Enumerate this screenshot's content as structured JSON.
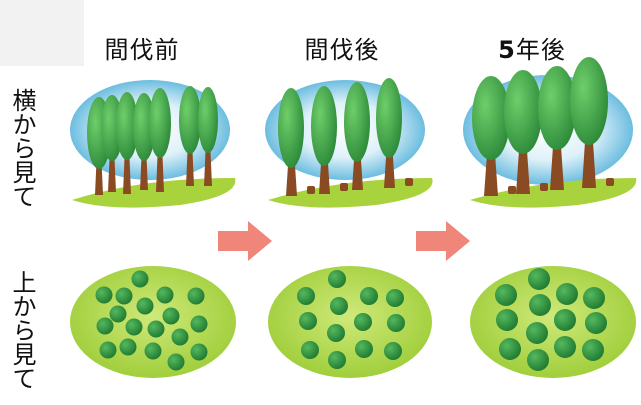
{
  "columns": [
    {
      "label": "間伐前"
    },
    {
      "label": "間伐後"
    },
    {
      "label_prefix": "5",
      "label_suffix": "年後"
    }
  ],
  "rows": [
    {
      "label": "横から見て"
    },
    {
      "label": "上から見て"
    }
  ],
  "colors": {
    "header_bg": "#f2f2f2",
    "sky_glow": "#7ec6e6",
    "ground": "#a8d23a",
    "tree_leaf": "#3fa64a",
    "tree_trunk": "#8a4a22",
    "canopy_ellipse": "#a8d23a",
    "canopy_circle": "#2e8f3e",
    "arrow": "#f0857a"
  },
  "icons": [
    "tree-icon",
    "arrow-right-icon",
    "canopy-dot-icon"
  ]
}
